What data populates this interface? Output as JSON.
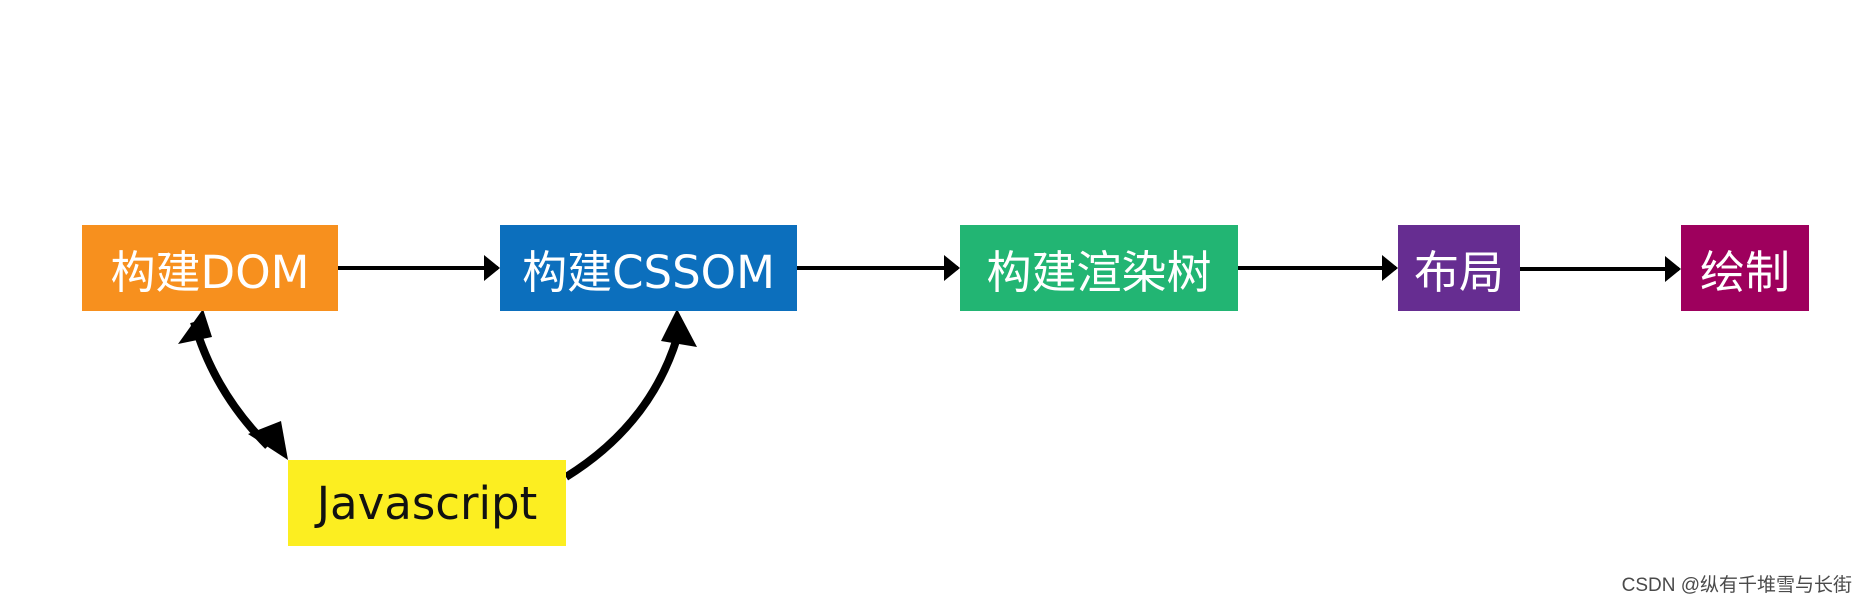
{
  "nodes": {
    "build_dom": {
      "label": "构建DOM",
      "color": "#f7901e"
    },
    "build_cssom": {
      "label": "构建CSSOM",
      "color": "#0c6fbd"
    },
    "build_render_tree": {
      "label": "构建渲染树",
      "color": "#22b573"
    },
    "layout": {
      "label": "布局",
      "color": "#662d91"
    },
    "paint": {
      "label": "绘制",
      "color": "#9e005d"
    },
    "javascript": {
      "label": "Javascript",
      "color": "#fcee21"
    }
  },
  "edges": [
    {
      "from": "build_dom",
      "to": "build_cssom"
    },
    {
      "from": "build_cssom",
      "to": "build_render_tree"
    },
    {
      "from": "build_render_tree",
      "to": "layout"
    },
    {
      "from": "layout",
      "to": "paint"
    },
    {
      "from": "javascript",
      "to": "build_dom",
      "bidirectional": true
    },
    {
      "from": "javascript",
      "to": "build_cssom"
    }
  ],
  "watermark": "CSDN @纵有千堆雪与长街"
}
